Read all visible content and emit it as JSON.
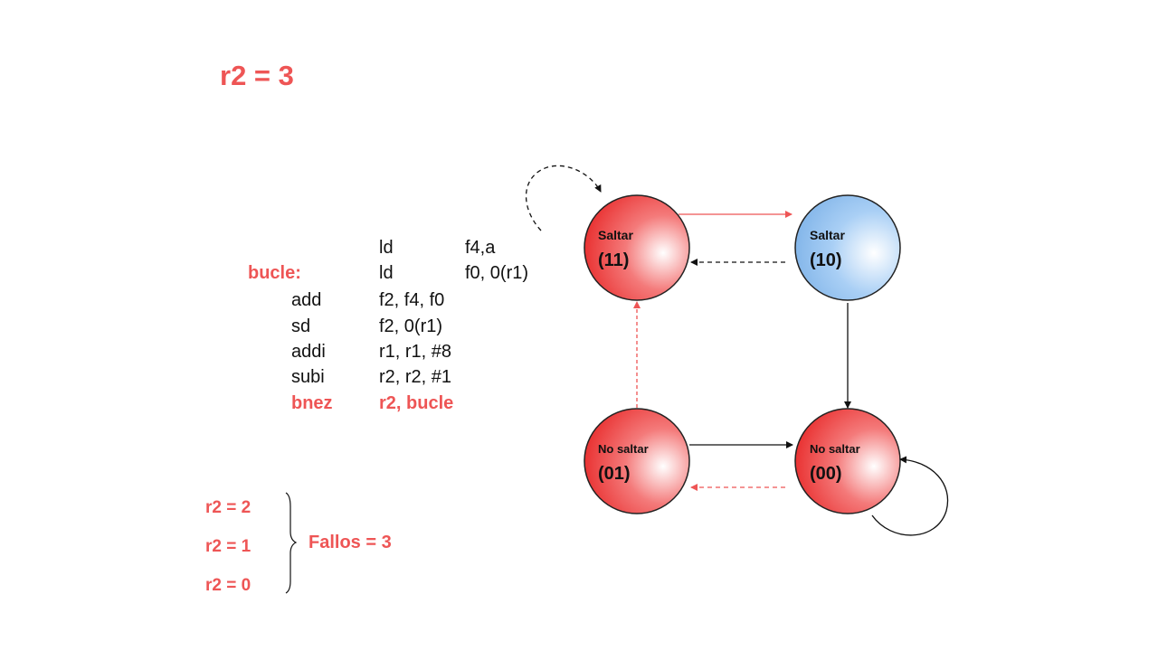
{
  "title": "r2 = 3",
  "code": {
    "label": "bucle:",
    "lines": [
      {
        "op": "ld",
        "args": "f4,a"
      },
      {
        "op": "ld",
        "args": "f0, 0(r1)"
      },
      {
        "op": "add",
        "args": "f2, f4, f0"
      },
      {
        "op": "sd",
        "args": "f2, 0(r1)"
      },
      {
        "op": "addi",
        "args": "r1, r1, #8"
      },
      {
        "op": "subi",
        "args": "r2, r2, #1"
      },
      {
        "op": "bnez",
        "args": "r2, bucle"
      }
    ]
  },
  "iterations": [
    "r2 = 2",
    "r2 = 1",
    "r2 = 0"
  ],
  "fallos": "Fallos = 3",
  "states": [
    {
      "id": "11",
      "label": "Saltar",
      "code": "(11)",
      "color": "#ee3333"
    },
    {
      "id": "10",
      "label": "Saltar",
      "code": "(10)",
      "color": "#88bbee"
    },
    {
      "id": "01",
      "label": "No saltar",
      "code": "(01)",
      "color": "#ee3333"
    },
    {
      "id": "00",
      "label": "No saltar",
      "code": "(00)",
      "color": "#ee3333"
    }
  ],
  "colors": {
    "accent": "#ee5555",
    "arrow_red": "#ee5555",
    "arrow_black": "#111111"
  }
}
